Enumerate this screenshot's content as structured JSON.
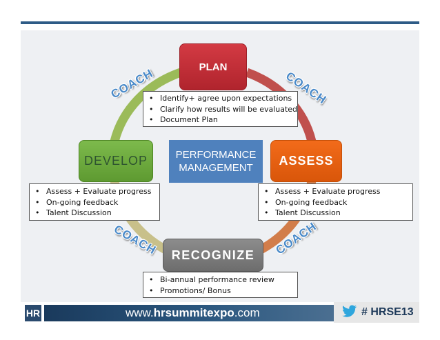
{
  "diagram": {
    "center": {
      "line1": "PERFORMANCE",
      "line2": "MANAGEMENT"
    },
    "stages": {
      "plan": "PLAN",
      "assess": "ASSESS",
      "recognize": "RECOGNIZE",
      "develop": "DEVELOP"
    },
    "coach_label": "COACH",
    "plan_points": [
      "Identify+ agree upon expectations",
      "Clarify how results will be evaluated",
      "Document Plan"
    ],
    "assess_points": [
      "Assess + Evaluate progress",
      "On-going feedback",
      "Talent Discussion"
    ],
    "develop_points": [
      "Assess + Evaluate progress",
      "On-going feedback",
      "Talent Discussion"
    ],
    "recognize_points": [
      "Bi-annual performance review",
      "Promotions/ Bonus"
    ],
    "colors": {
      "plan": "#c4303a",
      "assess": "#e8600f",
      "recognize": "#7d7d7d",
      "develop": "#6ca93d",
      "center": "#4f81bd",
      "arc_red": "#c0504d",
      "arc_green": "#9bbb59",
      "arc_tan": "#c8c08a",
      "arc_orange": "#d27d4a"
    }
  },
  "footer": {
    "logo": "HR",
    "url_prefix": "www.",
    "url_brand": "hrsummitexpo",
    "url_suffix": ".com",
    "hashtag": "# HRSE13",
    "twitter_icon": "twitter-bird-icon"
  }
}
